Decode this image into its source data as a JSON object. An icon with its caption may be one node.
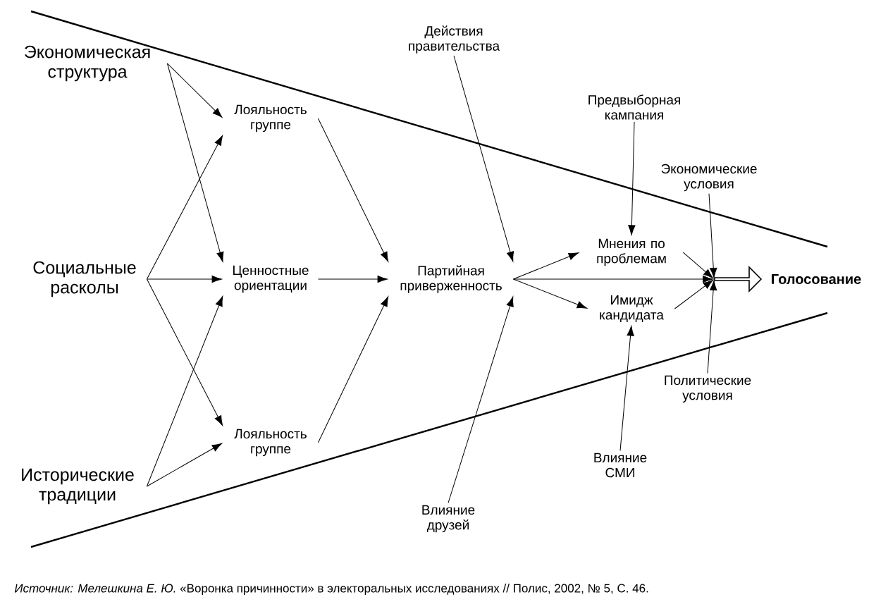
{
  "diagram": {
    "caption": "*Источник: Мелешкина Е. Ю.* «Воронка причинности» в электоральных исследованиях // Полис, 2002, № 5, С. 46.",
    "nodes": [
      {
        "text": [
          "Экономическая структура"
        ]
      },
      {
        "text": [
          "Социальные расколы"
        ]
      },
      {
        "text": [
          "Исторические традиции"
        ]
      },
      {
        "text": [
          "Лояльность группе"
        ]
      },
      {
        "text": [
          "Ценностные ориентации"
        ]
      },
      {
        "text": [
          "Лояльность группе"
        ]
      },
      {
        "text": [
          "Партийная приверженность"
        ]
      },
      {
        "text": [
          "Действия правительства"
        ]
      },
      {
        "text": [
          "Влияние друзей"
        ]
      },
      {
        "text": [
          "Мнения по проблемам"
        ]
      },
      {
        "text": [
          "Имидж кандидата"
        ]
      },
      {
        "text": [
          "Предвыборная кампания"
        ]
      },
      {
        "text": [
          "Экономические условия"
        ]
      },
      {
        "text": [
          "Политические условия"
        ]
      },
      {
        "text": [
          "Влияние СМИ"
        ]
      },
      {
        "text": [],
        "shape": "arrow"
      },
      {
        "text": [
          "Голосование"
        ]
      }
    ],
    "edges": [
      {
        "from": 0,
        "to": 3,
        "arrow": "to"
      },
      {
        "from": 0,
        "to": 4,
        "arrow": "to"
      },
      {
        "from": 1,
        "to": 3,
        "arrow": "to"
      },
      {
        "from": 1,
        "to": 4,
        "arrow": "to"
      },
      {
        "from": 1,
        "to": 5,
        "arrow": "to"
      },
      {
        "from": 2,
        "to": 4,
        "arrow": "to"
      },
      {
        "from": 2,
        "to": 5,
        "arrow": "to"
      },
      {
        "from": 3,
        "to": 6,
        "arrow": "to"
      },
      {
        "from": 4,
        "to": 6,
        "arrow": "to"
      },
      {
        "from": 5,
        "to": 6,
        "arrow": "to"
      },
      {
        "from": 7,
        "to": 6,
        "arrow": "to"
      },
      {
        "from": 8,
        "to": 6,
        "arrow": "to"
      },
      {
        "from": 6,
        "to": 9,
        "arrow": "to"
      },
      {
        "from": 6,
        "to": 10,
        "arrow": "to"
      },
      {
        "from": 11,
        "to": 9,
        "arrow": "to"
      },
      {
        "from": 14,
        "to": 10,
        "arrow": "to"
      },
      {
        "from": 9,
        "to": 15,
        "arrow": "to"
      },
      {
        "from": 10,
        "to": 15,
        "arrow": "to"
      },
      {
        "from": 12,
        "to": 15,
        "arrow": "to"
      },
      {
        "from": 13,
        "to": 15,
        "arrow": "to"
      },
      {
        "from": 6,
        "to": 15,
        "arrow": "to"
      }
    ]
  }
}
